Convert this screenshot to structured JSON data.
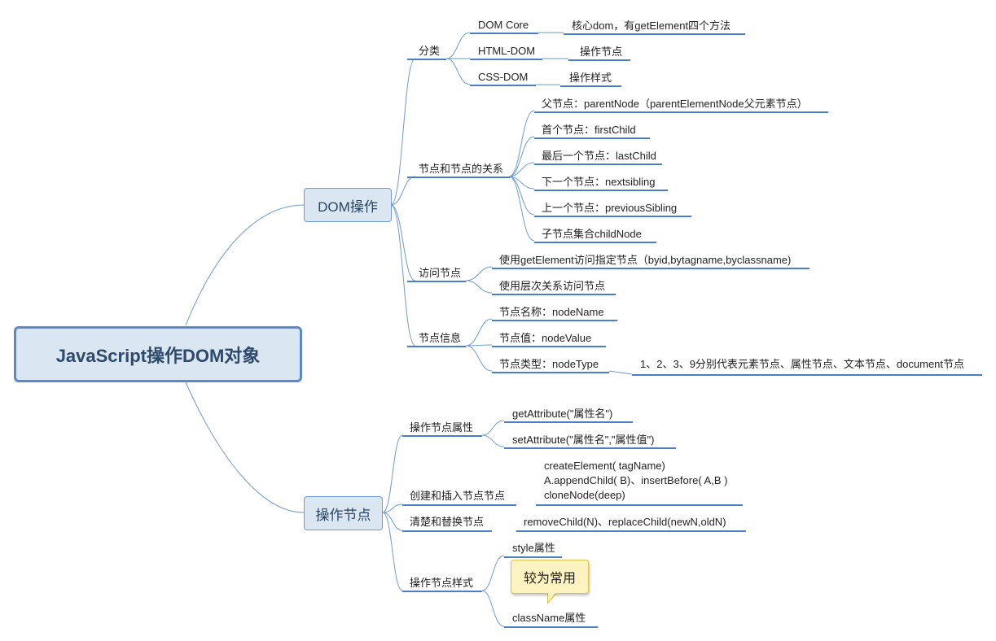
{
  "colors": {
    "line": "#5f8fc8",
    "underline": "#4a7fc4",
    "box_fill": "#dbe6f3",
    "root_border": "#5b89c9",
    "callout_fill": "#fdf3c0"
  },
  "root": {
    "label": "JavaScript操作DOM对象"
  },
  "branches": {
    "dom_op": {
      "label": "DOM操作",
      "classify": {
        "label": "分类",
        "items": [
          {
            "name": "DOM Core",
            "desc": "核心dom，有getElement四个方法"
          },
          {
            "name": "HTML-DOM",
            "desc": "操作节点"
          },
          {
            "name": "CSS-DOM",
            "desc": "操作样式"
          }
        ]
      },
      "relations": {
        "label": "节点和节点的关系",
        "items": [
          "父节点：parentNode（parentElementNode父元素节点）",
          "首个节点：firstChild",
          "最后一个节点：lastChild",
          "下一个节点：nextsibling",
          "上一个节点：previousSibling",
          "子节点集合childNode"
        ]
      },
      "access": {
        "label": "访问节点",
        "items": [
          "使用getElement访问指定节点（byid,bytagname,byclassname)",
          "使用层次关系访问节点"
        ]
      },
      "info": {
        "label": "节点信息",
        "items": [
          "节点名称：nodeName",
          "节点值：nodeValue",
          "节点类型：nodeType"
        ],
        "type_desc": "1、2、3、9分别代表元素节点、属性节点、文本节点、document节点"
      }
    },
    "node_op": {
      "label": "操作节点",
      "attr": {
        "label": "操作节点属性",
        "items": [
          "getAttribute(\"属性名\")",
          "setAttribute(\"属性名\",\"属性值\")"
        ]
      },
      "create": {
        "label": "创建和插入节点节点",
        "lines": [
          "createElement( tagName)",
          "A.appendChild( B)、insertBefore( A,B )",
          "cloneNode(deep)"
        ]
      },
      "clear": {
        "label": "清楚和替换节点",
        "value": "removeChild(N)、replaceChild(newN,oldN)"
      },
      "style": {
        "label": "操作节点样式",
        "items": [
          "style属性",
          "className属性"
        ],
        "callout": "较为常用"
      }
    }
  }
}
